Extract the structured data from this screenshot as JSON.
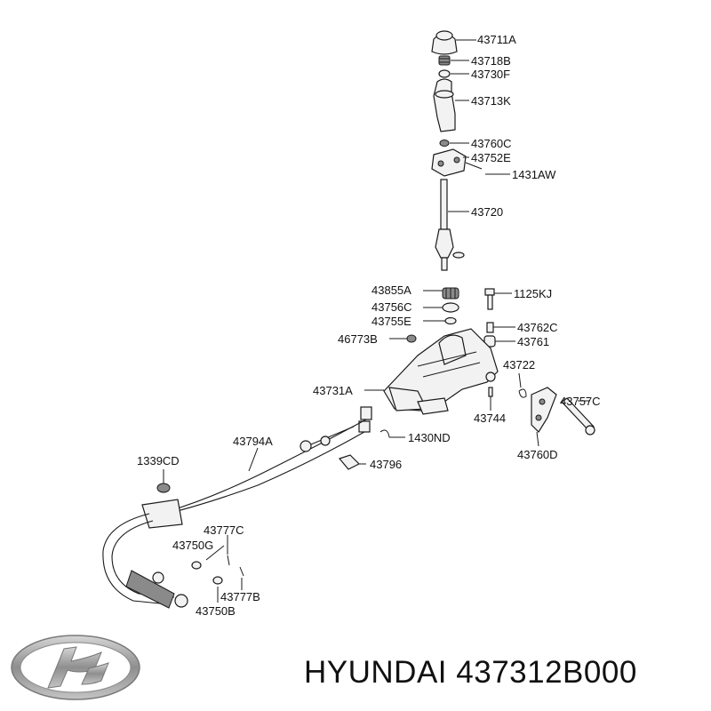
{
  "caption": {
    "brand": "HYUNDAI",
    "part_number": "437312B000"
  },
  "labels": {
    "p43711A": "43711A",
    "p43718B": "43718B",
    "p43730F": "43730F",
    "p43713K": "43713K",
    "p43760C": "43760C",
    "p43752E": "43752E",
    "p1431AW": "1431AW",
    "p43720": "43720",
    "p43855A": "43855A",
    "p43756C": "43756C",
    "p43755E": "43755E",
    "p46773B": "46773B",
    "p1125KJ": "1125KJ",
    "p43762C": "43762C",
    "p43761": "43761",
    "p43722": "43722",
    "p43731A": "43731A",
    "p43744": "43744",
    "p43757C": "43757C",
    "p43760D": "43760D",
    "p43794A": "43794A",
    "p1430ND": "1430ND",
    "p1339CD": "1339CD",
    "p43796": "43796",
    "p43777C": "43777C",
    "p43750G": "43750G",
    "p43777B": "43777B",
    "p43750B": "43750B"
  },
  "logo": {
    "icon": "hyundai-logo-icon",
    "color": "#9a9a9a"
  }
}
